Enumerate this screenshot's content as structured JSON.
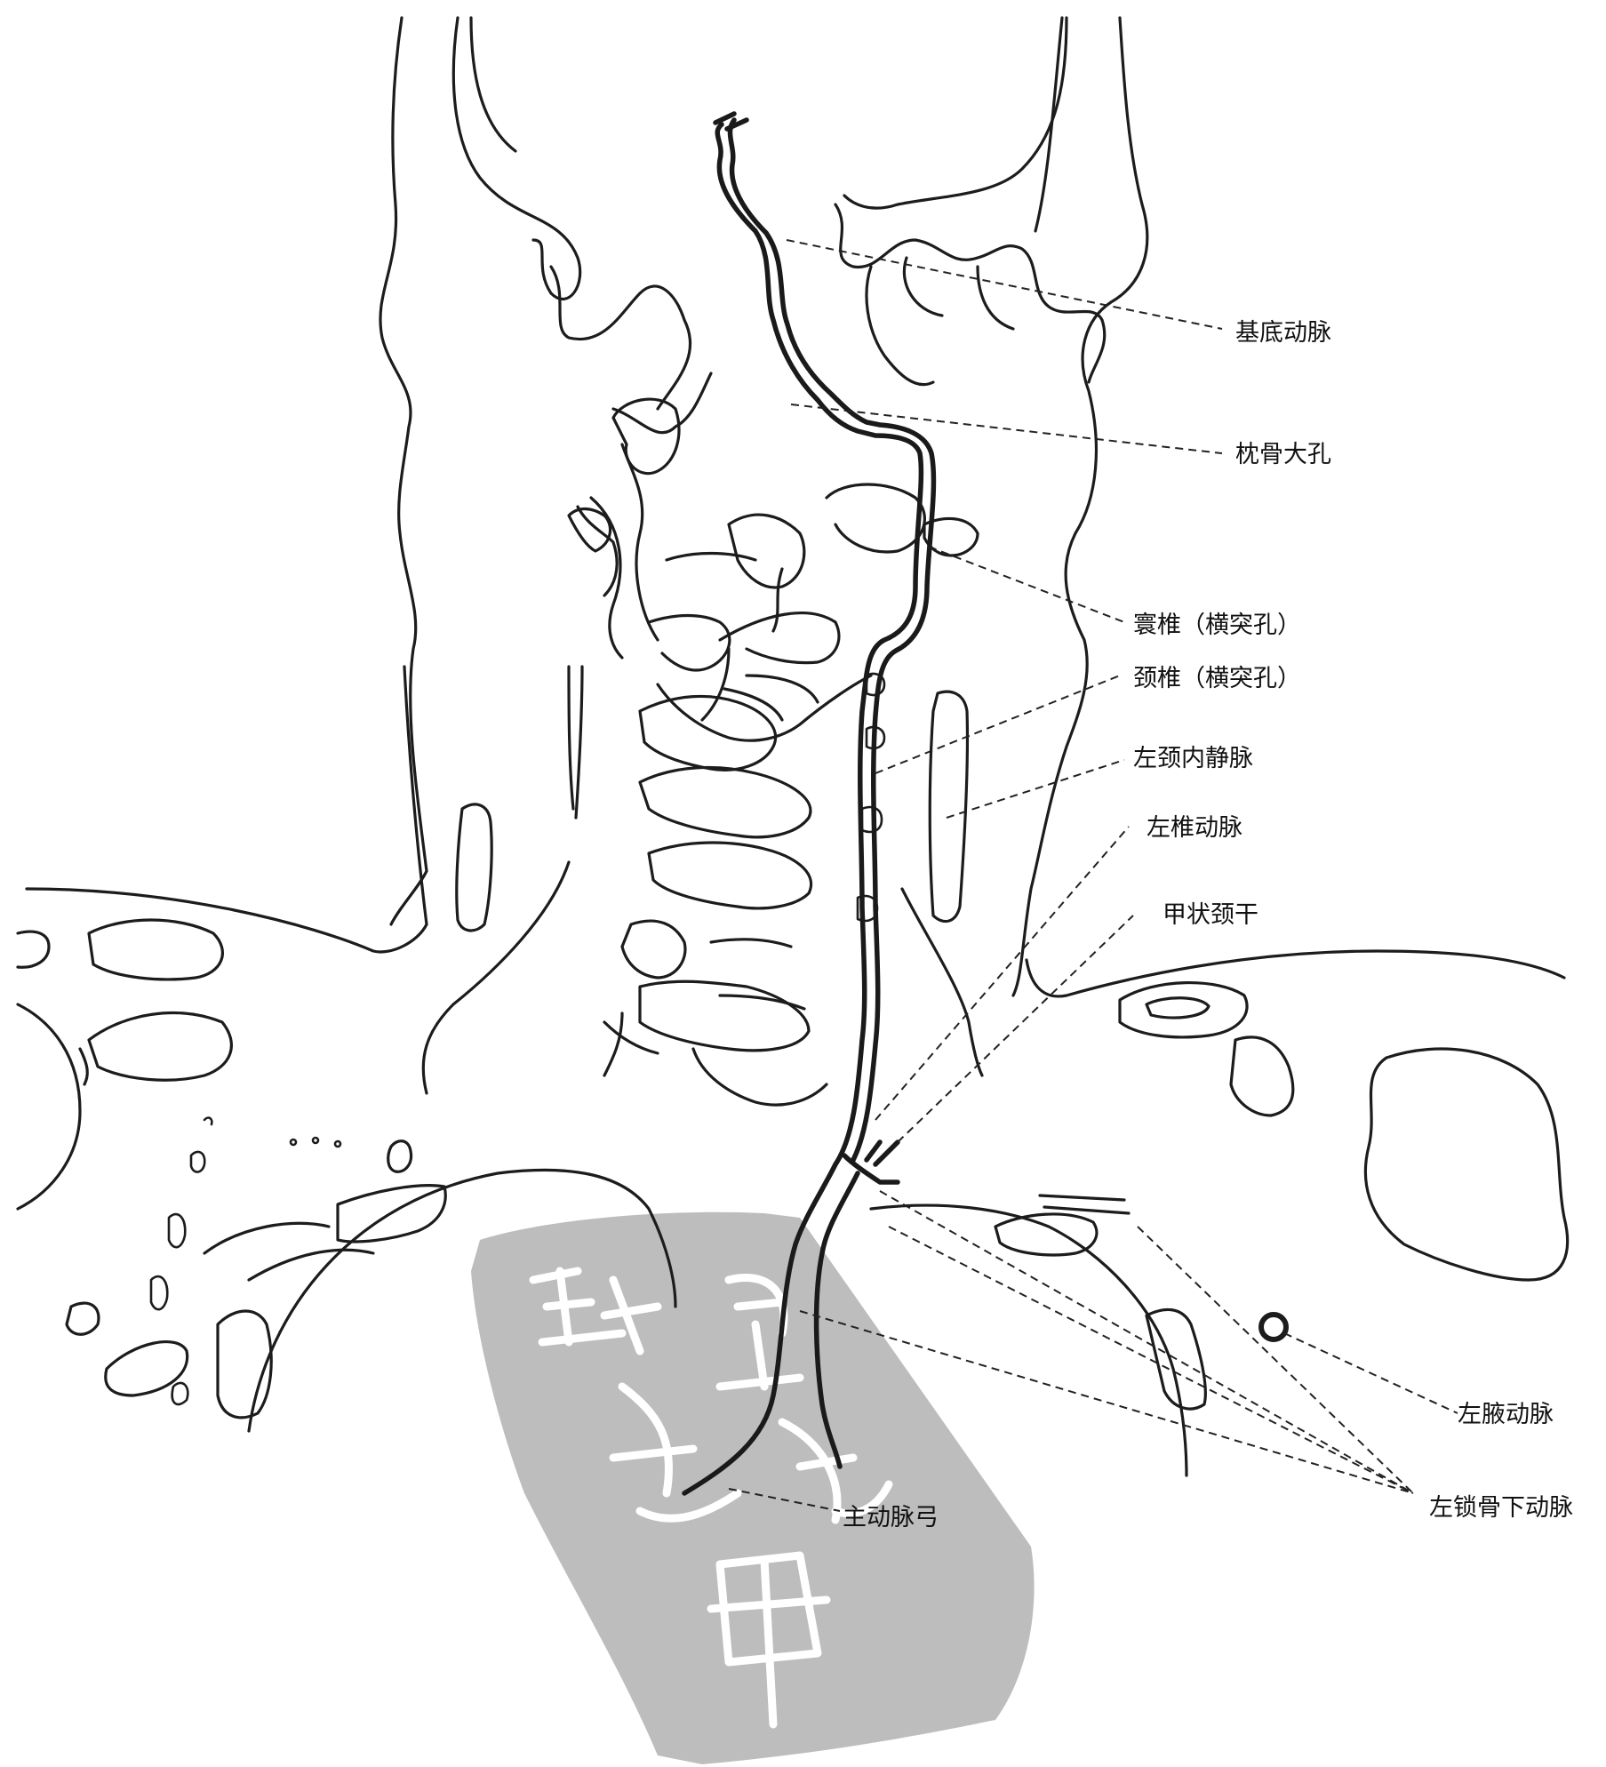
{
  "labels": {
    "basilar_artery": "基底动脉",
    "foramen_magnum": "枕骨大孔",
    "atlas_foramen": "寰椎（横突孔）",
    "cervical_foramen": "颈椎（横突孔）",
    "left_internal_jugular_vein": "左颈内静脉",
    "left_vertebral_artery": "左椎动脉",
    "thyrocervical_trunk": "甲状颈干",
    "left_axillary_artery": "左腋动脉",
    "left_subclavian_artery": "左锁骨下动脉",
    "aortic_arch": "主动脉弓"
  },
  "watermark": {
    "kind": "seal",
    "text": ""
  },
  "colors": {
    "line": "#1c1c1c",
    "seal": "#bdbdbd",
    "background": "#ffffff"
  }
}
